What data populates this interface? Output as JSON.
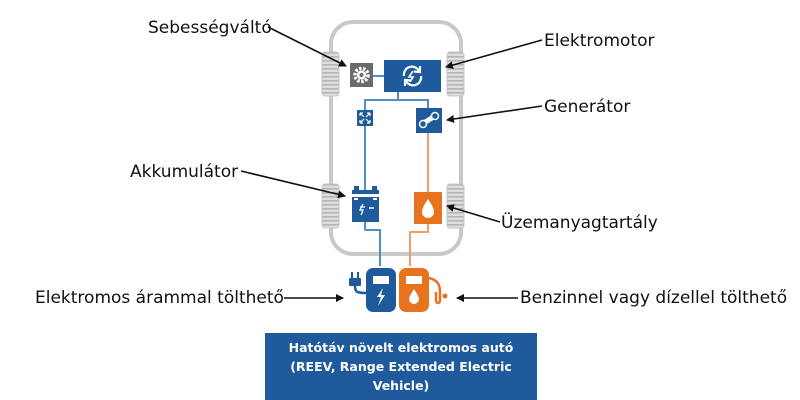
{
  "labels": {
    "gearbox": "Sebességváltó",
    "electric_motor": "Elektromotor",
    "generator": "Generátor",
    "battery": "Akkumulátor",
    "fuel_tank": "Üzemanyagtartály",
    "electric_charging": "Elektromos árammal tölthető",
    "fuel_refill": "Benzinnel vagy dízellel tölthető"
  },
  "caption": {
    "line1": "Hatótáv növelt elektromos autó",
    "line2": "(REEV, Range Extended Electric",
    "line3": "Vehicle)"
  },
  "colors": {
    "electric_blue": "#1e5a9c",
    "fuel_orange": "#e8731f",
    "gear_gray": "#6b6b6b",
    "body_outline": "#c9c9c9"
  },
  "icons": [
    "gear-icon",
    "rotation-icon",
    "expand-icon",
    "belt-icon",
    "battery-icon",
    "fuel-drop-icon",
    "charging-plug-icon",
    "fuel-pump-icon"
  ]
}
